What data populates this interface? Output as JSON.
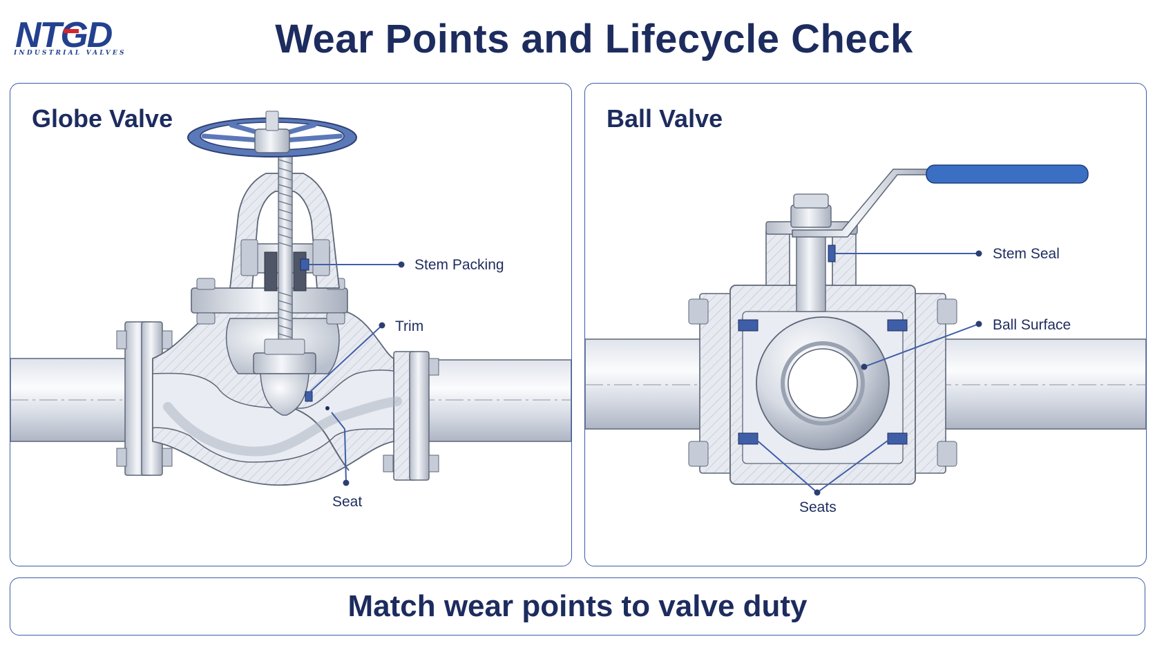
{
  "brand": {
    "logo_text": "NTGD",
    "logo_subtext": "INDUSTRIAL VALVES"
  },
  "title": "Wear Points and Lifecycle Check",
  "panels": {
    "globe": {
      "title": "Globe Valve",
      "callouts": {
        "stem_packing": "Stem Packing",
        "trim": "Trim",
        "seat": "Seat"
      }
    },
    "ball": {
      "title": "Ball Valve",
      "callouts": {
        "stem_seal": "Stem Seal",
        "ball_surface": "Ball Surface",
        "seats": "Seats"
      }
    }
  },
  "footer": "Match wear points to valve duty",
  "colors": {
    "navy": "#1d2c5e",
    "accent_blue": "#3f5ea8",
    "handwheel_blue": "#5b78b8",
    "handle_blue": "#3b6fc4",
    "steel_light": "#eef1f6",
    "steel_mid": "#c4cad6",
    "outline": "#5c6577"
  }
}
